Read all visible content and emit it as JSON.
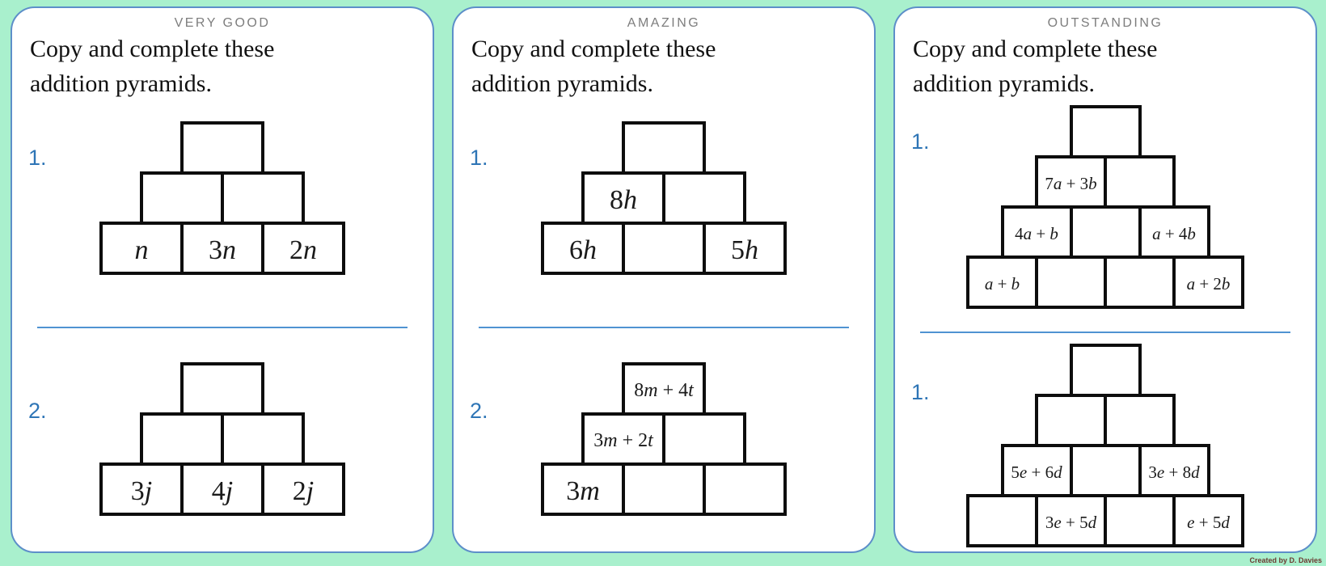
{
  "page": {
    "credit": "Created by D. Davies"
  },
  "colors": {
    "background": "#a9f0cd",
    "card_border": "#5d8fc9",
    "accent_blue": "#2e75b6",
    "divider_blue": "#4f93d2",
    "ribbon_gray": "#7d7d7d",
    "box_border": "#0d0d0d",
    "credit_text": "#6b3a30"
  },
  "cards": [
    {
      "ribbon": "VERY GOOD",
      "title": "Copy and complete these addition pyramids.",
      "sections": [
        {
          "label": "1.",
          "pyramid": {
            "rows": [
              [
                ""
              ],
              [
                "",
                ""
              ],
              [
                "n",
                "3n",
                "2n"
              ]
            ]
          }
        },
        {
          "label": "2.",
          "pyramid": {
            "rows": [
              [
                ""
              ],
              [
                "",
                ""
              ],
              [
                "3j",
                "4j",
                "2j"
              ]
            ]
          }
        }
      ]
    },
    {
      "ribbon": "AMAZING",
      "title": "Copy and complete these addition pyramids.",
      "sections": [
        {
          "label": "1.",
          "pyramid": {
            "rows": [
              [
                ""
              ],
              [
                "8h",
                ""
              ],
              [
                "6h",
                "",
                "5h"
              ]
            ]
          }
        },
        {
          "label": "2.",
          "pyramid": {
            "rows": [
              [
                "8m + 4t"
              ],
              [
                "3m + 2t",
                ""
              ],
              [
                "3m",
                "",
                ""
              ]
            ]
          }
        }
      ]
    },
    {
      "ribbon": "OUTSTANDING",
      "title": "Copy and complete these addition pyramids.",
      "sections": [
        {
          "label": "1.",
          "pyramid": {
            "rows": [
              [
                ""
              ],
              [
                "7a + 3b",
                ""
              ],
              [
                "4a + b",
                "",
                "a + 4b"
              ],
              [
                "a + b",
                "",
                "",
                "a + 2b"
              ]
            ]
          }
        },
        {
          "label": "1.",
          "pyramid": {
            "rows": [
              [
                ""
              ],
              [
                "",
                ""
              ],
              [
                "5e + 6d",
                "",
                "3e + 8d"
              ],
              [
                "",
                "3e + 5d",
                "",
                "e + 5d"
              ]
            ]
          }
        }
      ]
    }
  ]
}
